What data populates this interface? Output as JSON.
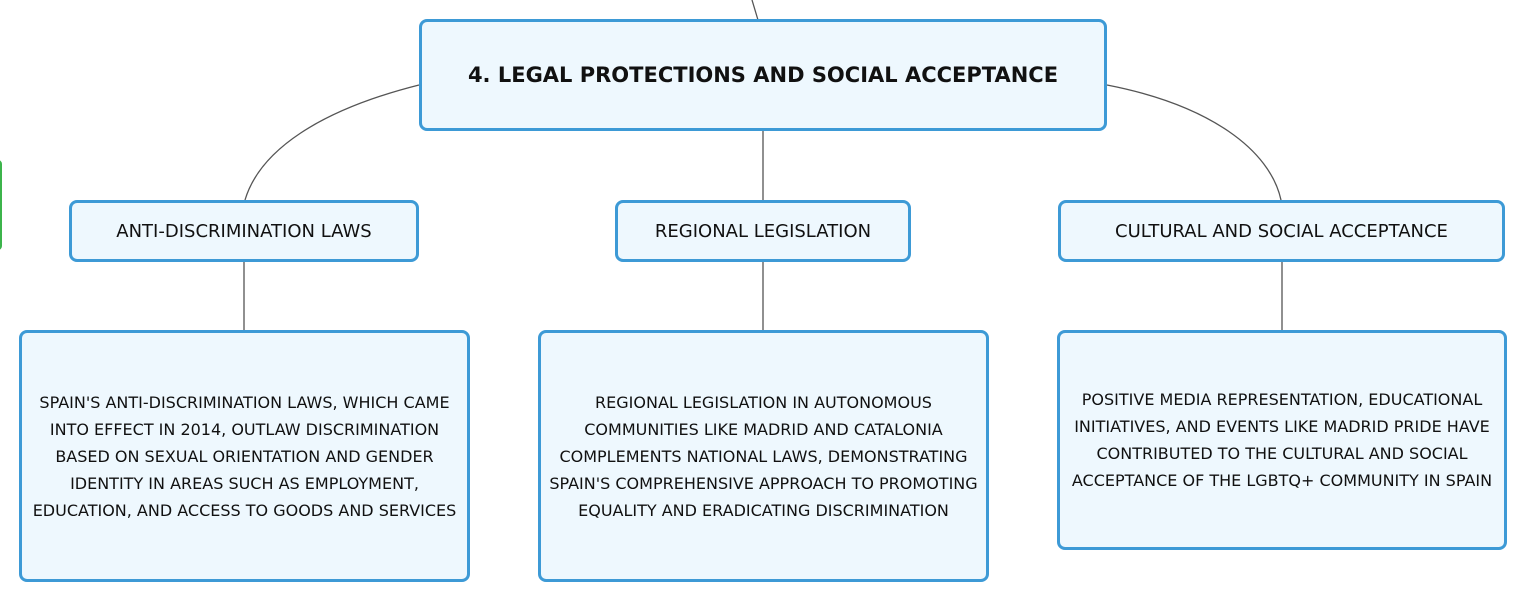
{
  "root": {
    "title": "4. LEGAL PROTECTIONS AND SOCIAL ACCEPTANCE"
  },
  "branches": [
    {
      "label": "ANTI-DISCRIMINATION LAWS",
      "detail": "SPAIN'S ANTI-DISCRIMINATION LAWS, WHICH CAME INTO EFFECT IN 2014, OUTLAW DISCRIMINATION BASED ON SEXUAL ORIENTATION AND GENDER IDENTITY IN AREAS SUCH AS EMPLOYMENT, EDUCATION, AND ACCESS TO GOODS AND SERVICES"
    },
    {
      "label": "REGIONAL LEGISLATION",
      "detail": "REGIONAL LEGISLATION IN AUTONOMOUS COMMUNITIES LIKE MADRID AND CATALONIA COMPLEMENTS NATIONAL LAWS, DEMONSTRATING SPAIN'S COMPREHENSIVE APPROACH TO PROMOTING EQUALITY AND ERADICATING DISCRIMINATION"
    },
    {
      "label": "CULTURAL AND SOCIAL ACCEPTANCE",
      "detail": "POSITIVE MEDIA REPRESENTATION, EDUCATIONAL INITIATIVES, AND EVENTS LIKE MADRID PRIDE HAVE CONTRIBUTED TO THE CULTURAL AND SOCIAL ACCEPTANCE OF THE LGBTQ+ COMMUNITY IN SPAIN"
    }
  ],
  "colors": {
    "node_border": "#3d9ad6",
    "node_fill": "#eef8fe",
    "connector": "#555555",
    "side_tab": "#3cb44b"
  }
}
